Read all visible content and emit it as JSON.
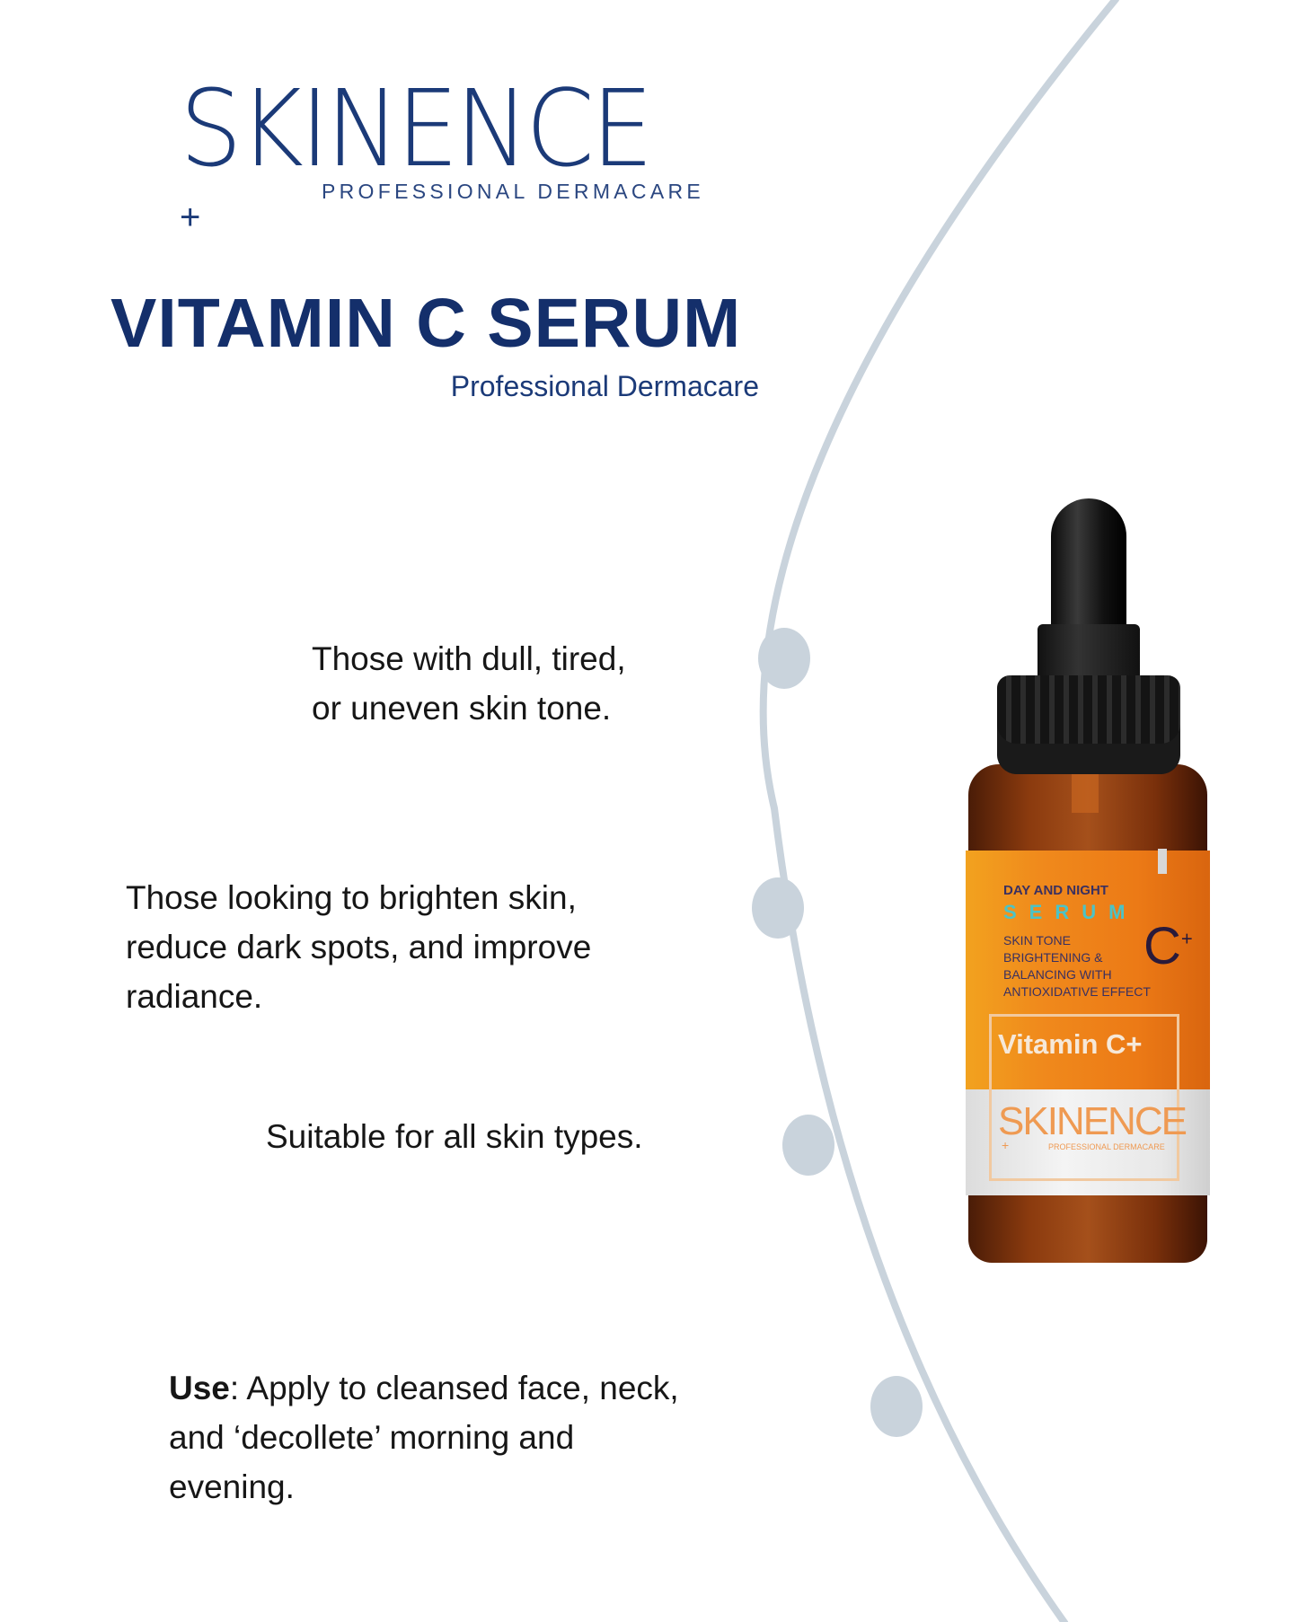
{
  "brand": {
    "name": "SKINENCE",
    "tagline": "PROFESSIONAL DERMACARE",
    "plus_glyph": "+"
  },
  "header": {
    "title": "VITAMIN C SERUM",
    "subtitle": "Professional Dermacare"
  },
  "points": [
    {
      "lines": [
        "Those with dull, tired,",
        "or uneven skin tone."
      ]
    },
    {
      "lines": [
        "Those looking to brighten skin,",
        "reduce dark spots,  and improve",
        "radiance."
      ]
    },
    {
      "lines": [
        "Suitable for all skin types."
      ]
    },
    {
      "label": "Use",
      "lines": [
        ": Apply to cleansed face, neck,",
        "and ‘decollete’ morning and",
        "evening."
      ]
    }
  ],
  "product": {
    "label_line1": "DAY AND NIGHT",
    "label_serum": "SERUM",
    "label_desc": [
      "SKIN TONE",
      "BRIGHTENING &",
      "BALANCING WITH",
      "ANTIOXIDATIVE EFFECT"
    ],
    "label_mark": "C",
    "label_mark_plus": "+",
    "label_name": "Vitamin C+",
    "label_brand": "SKINENCE",
    "label_brand_sub": "PROFESSIONAL DERMACARE",
    "label_brand_plus": "+"
  },
  "colors": {
    "brand_navy": "#142f6b",
    "arc": "#c9d3dc",
    "text": "#161616",
    "label_orange": "#ec7a16"
  }
}
